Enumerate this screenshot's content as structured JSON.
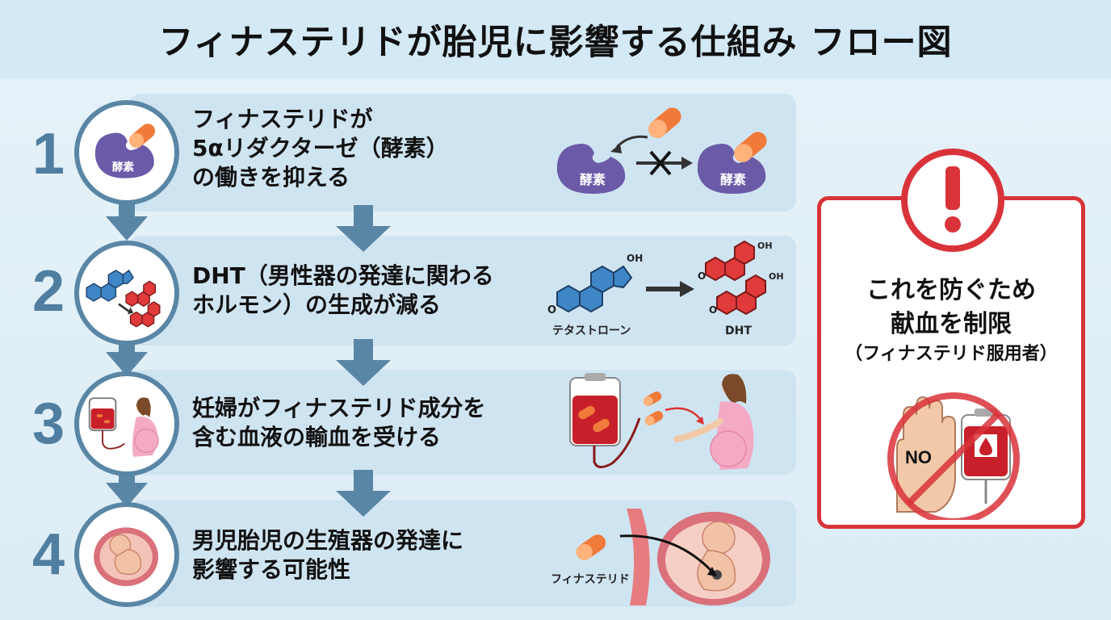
{
  "title": "フィナステリドが胎児に影響する仕組み フロー図",
  "steps": [
    {
      "number": "1",
      "lines": [
        "フィナステリドが",
        "5αリダクターゼ（酵素）",
        "の働きを抑える"
      ],
      "enzyme_label": "酵素"
    },
    {
      "number": "2",
      "lines": [
        "DHT（男性器の発達に関わる",
        "ホルモン）の生成が減る"
      ],
      "label_testosterone": "テタストローン",
      "label_dht": "DHT",
      "label_oh": "OH",
      "label_o": "O"
    },
    {
      "number": "3",
      "lines": [
        "妊婦がフィナステリド成分を",
        "含む血液の輸血を受ける"
      ]
    },
    {
      "number": "4",
      "lines": [
        "男児胎児の生殖器の発達に",
        "影響する可能性"
      ],
      "label_finasteride": "フィナステリド"
    }
  ],
  "warning": {
    "lines": [
      "これを防ぐため",
      "献血を制限",
      "（フィナステリド服用者）"
    ],
    "no_label": "NO"
  },
  "colors": {
    "accent": "#5a86a6",
    "warning": "#d9333a",
    "enzyme": "#6b5aa8",
    "pill": "#f07a3a",
    "molecule_blue": "#3f86c6",
    "molecule_red": "#e03a3a"
  }
}
